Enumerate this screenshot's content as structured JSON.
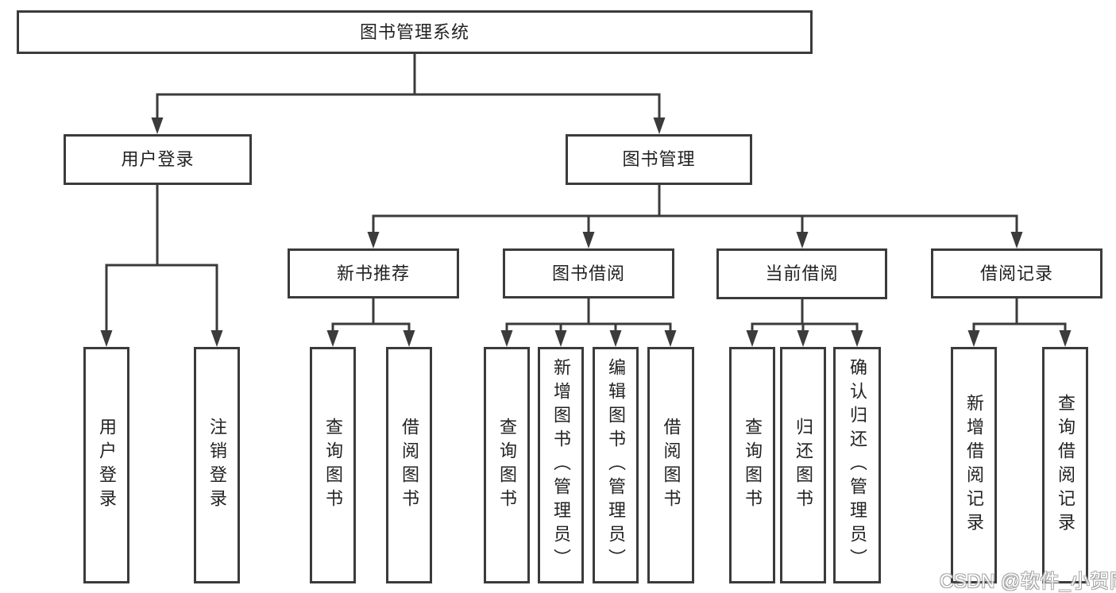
{
  "tree": {
    "root": {
      "label": "图书管理系统"
    },
    "branches": [
      {
        "label": "用户登录",
        "children": [
          {
            "label": "用户登录"
          },
          {
            "label": "注销登录"
          }
        ]
      },
      {
        "label": "图书管理",
        "children": [
          {
            "label": "新书推荐",
            "children": [
              {
                "label": "查询图书"
              },
              {
                "label": "借阅图书"
              }
            ]
          },
          {
            "label": "图书借阅",
            "children": [
              {
                "label": "查询图书"
              },
              {
                "label": "新增图书（管理员）"
              },
              {
                "label": "编辑图书（管理员）"
              },
              {
                "label": "借阅图书"
              }
            ]
          },
          {
            "label": "当前借阅",
            "children": [
              {
                "label": "查询图书"
              },
              {
                "label": "归还图书"
              },
              {
                "label": "确认归还（管理员）"
              }
            ]
          },
          {
            "label": "借阅记录",
            "children": [
              {
                "label": "新增借阅记录"
              },
              {
                "label": "查询借阅记录"
              }
            ]
          }
        ]
      }
    ]
  },
  "watermark": {
    "text": "CSDN @软件_小贺同学"
  },
  "colors": {
    "line": "#3b3b3b",
    "text": "#222222",
    "box_fill": "#ffffff",
    "background": "#ffffff"
  }
}
